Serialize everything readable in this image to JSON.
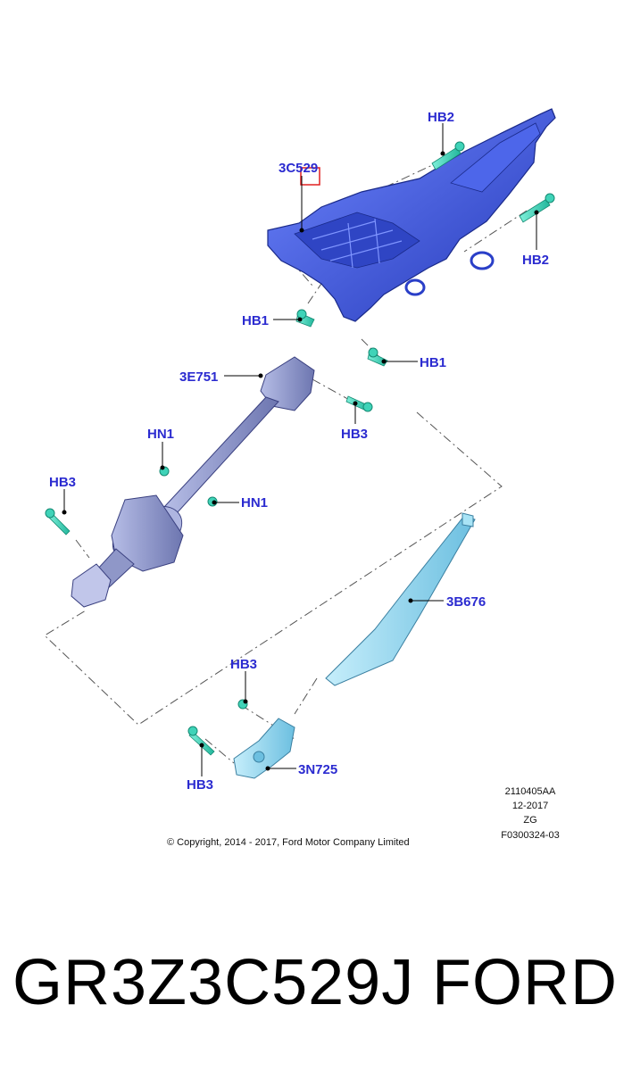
{
  "callouts": {
    "c_3c529": "3C529",
    "c_hb2_top": "HB2",
    "c_hb2_right": "HB2",
    "c_hb1_left": "HB1",
    "c_hb1_right": "HB1",
    "c_3e751": "3E751",
    "c_hb3_mid": "HB3",
    "c_hn1_top": "HN1",
    "c_hn1_right": "HN1",
    "c_hb3_left": "HB3",
    "c_3b676": "3B676",
    "c_hb3_low": "HB3",
    "c_3n725": "3N725",
    "c_hb3_bottom": "HB3"
  },
  "meta": {
    "line1": "2110405AA",
    "line2": "12-2017",
    "line3": "ZG",
    "line4": "F0300324-03"
  },
  "copyright": "© Copyright, 2014 - 2017, Ford Motor Company Limited",
  "footer": {
    "part_number": "GR3Z3C529J",
    "brand": "FORD"
  },
  "colors": {
    "callout": "#2b2bd0",
    "column_blue": "#3a55e0",
    "shaft_gray": "#8f97c8",
    "intermediate_cyan": "#8fd6ee",
    "bolt_teal": "#3fd3b8",
    "highlight_red": "#e02020"
  }
}
